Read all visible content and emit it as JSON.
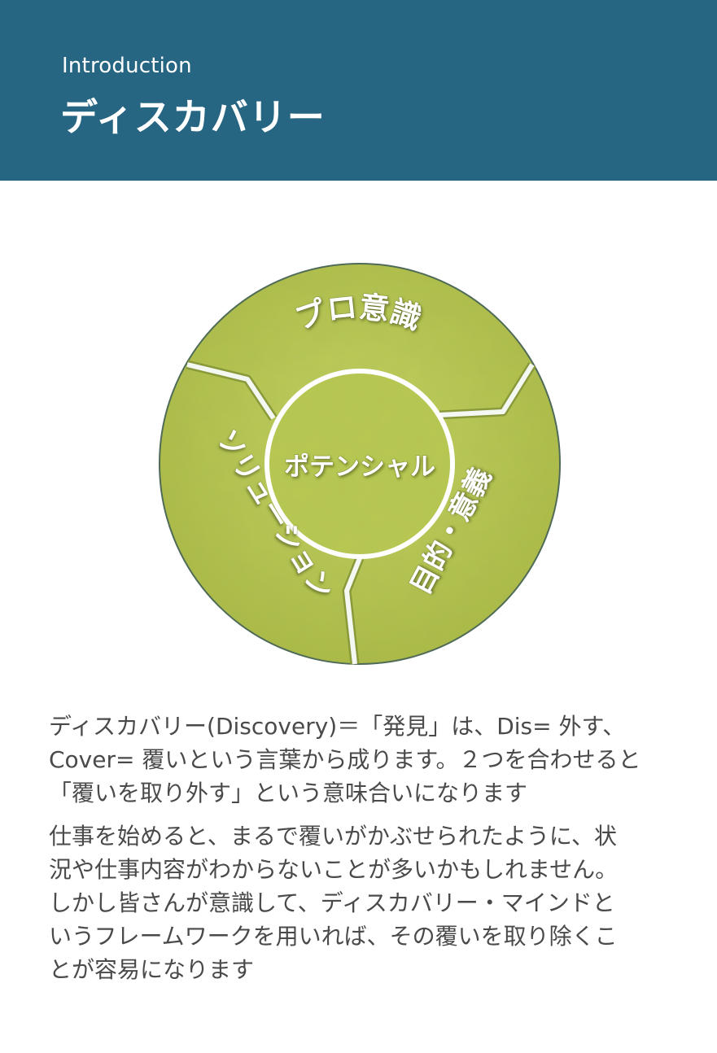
{
  "header": {
    "eyebrow": "Introduction",
    "title": "ディスカバリー"
  },
  "diagram": {
    "center_label": "ポテンシャル",
    "segments": [
      {
        "label": "プロ意識"
      },
      {
        "label": "目的・意義"
      },
      {
        "label": "ソリューション"
      }
    ],
    "colors": {
      "fill": "#b2c24d",
      "fill_light": "#c4d262",
      "outline": "#4f6b57",
      "gap": "#f4f8f2",
      "header_bg": "#266683",
      "text": "#4a4a4a"
    }
  },
  "body": {
    "paragraph1_lines": [
      "ディスカバリー(Discovery)＝「発見」は、Dis= 外す、",
      "Cover= 覆いという言葉から成ります。２つを合わせると",
      "「覆いを取り外す」という意味合いになります"
    ],
    "paragraph2_lines": [
      "仕事を始めると、まるで覆いがかぶせられたように、状",
      "況や仕事内容がわからないことが多いかもしれません。",
      "しかし皆さんが意識して、ディスカバリー・マインドと",
      "いうフレームワークを用いれば、その覆いを取り除くこ",
      "とが容易になります"
    ]
  }
}
